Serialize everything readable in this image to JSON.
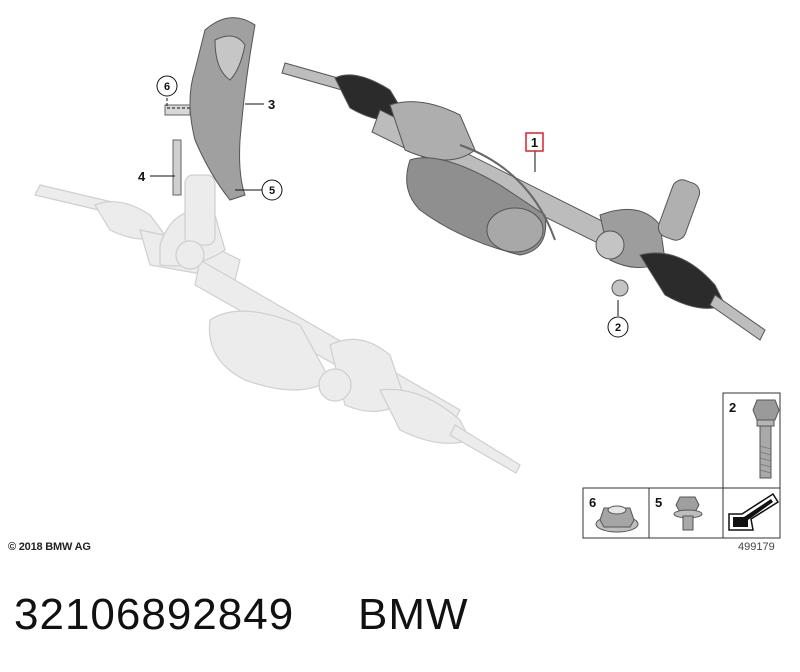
{
  "callouts": {
    "c1": "1",
    "c2": "2",
    "c3": "3",
    "c4": "4",
    "c5": "5",
    "c6": "6"
  },
  "legend": {
    "bolt": "2",
    "nut": "6",
    "screw": "5"
  },
  "footer": {
    "copyright": "© 2018 BMW AG",
    "diagram_id": "499179"
  },
  "caption": {
    "part_number": "32106892849",
    "brand": "BMW"
  },
  "colors": {
    "highlight": "#d9232a",
    "ghost": "#d8d8d8",
    "part": "#9a9a9a"
  }
}
